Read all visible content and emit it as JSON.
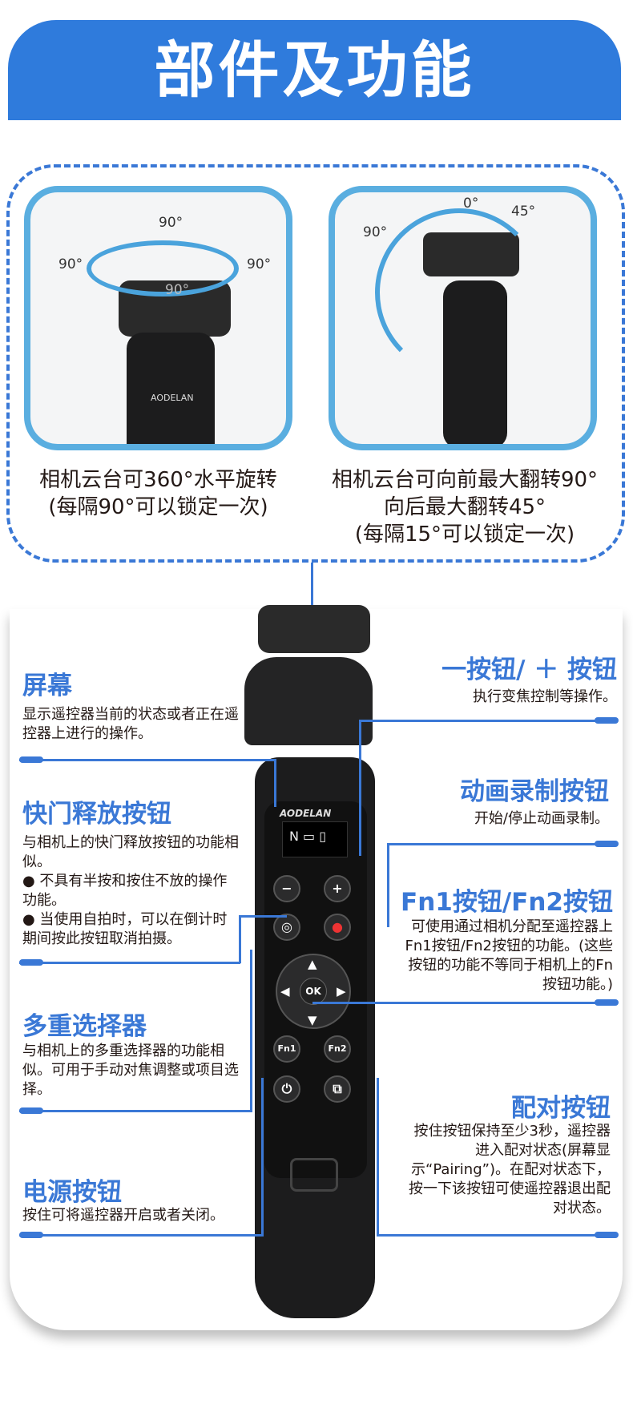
{
  "header": {
    "title": "部件及功能"
  },
  "panels": {
    "left": {
      "deg_top": "90°",
      "deg_left": "90°",
      "deg_right": "90°",
      "deg_center": "90°",
      "brand": "AODELAN",
      "caption1": "相机云台可360°水平旋转",
      "caption2": "(每隔90°可以锁定一次)"
    },
    "right": {
      "deg_zero": "0°",
      "deg_45": "45°",
      "deg_90": "90°",
      "caption1": "相机云台可向前最大翻转90°",
      "caption2": "向后最大翻转45°",
      "caption3": "(每隔15°可以锁定一次)"
    }
  },
  "device": {
    "brand": "AODELAN",
    "screen_mode": "N",
    "minus": "−",
    "plus": "+",
    "ok": "OK",
    "fn1": "Fn1",
    "fn2": "Fn2"
  },
  "labels": {
    "screen": {
      "title": "屏幕",
      "desc": "显示遥控器当前的状态或者正在遥控器上进行的操作。"
    },
    "shutter": {
      "title": "快门释放按钮",
      "desc": "与相机上的快门释放按钮的功能相似。",
      "bullet1": "● 不具有半按和按住不放的操作功能。",
      "bullet2": "● 当使用自拍时，可以在倒计时期间按此按钮取消拍摄。"
    },
    "multi": {
      "title": "多重选择器",
      "desc": "与相机上的多重选择器的功能相似。可用于手动对焦调整或项目选择。"
    },
    "power": {
      "title": "电源按钮",
      "desc": "按住可将遥控器开启或者关闭。"
    },
    "zoom": {
      "title": "一按钮/ ＋ 按钮",
      "desc": "执行变焦控制等操作。"
    },
    "movie": {
      "title": "动画录制按钮",
      "desc": "开始/停止动画录制。"
    },
    "fn": {
      "title": "Fn1按钮/Fn2按钮",
      "desc": "可使用通过相机分配至遥控器上Fn1按钮/Fn2按钮的功能。(这些按钮的功能不等同于相机上的Fn按钮功能。)"
    },
    "pair": {
      "title": "配对按钮",
      "desc": "按住按钮保持至少3秒，遥控器进入配对状态(屏幕显示“Pairing”)。在配对状态下，按一下该按钮可使遥控器退出配对状态。"
    }
  }
}
